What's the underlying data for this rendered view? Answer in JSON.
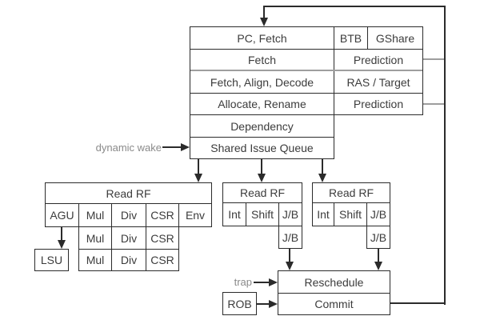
{
  "colors": {
    "line": "#2b2b2b",
    "gray_line": "#9e9e9e",
    "text": "#3c3c3c",
    "muted_text": "#8a8a8a",
    "background": "#ffffff"
  },
  "top_block": {
    "pc_fetch": "PC, Fetch",
    "btb": "BTB",
    "gshare": "GShare",
    "fetch": "Fetch",
    "prediction_upper": "Prediction",
    "fetch_align_decode": "Fetch, Align, Decode",
    "ras_target": "RAS / Target",
    "allocate_rename": "Allocate, Rename",
    "prediction_lower": "Prediction",
    "dependency": "Dependency",
    "shared_issue_queue": "Shared Issue Queue"
  },
  "annotations": {
    "dynamic_wake": "dynamic wake",
    "trap": "trap"
  },
  "mem_cluster": {
    "header": "Read RF",
    "row1": [
      "AGU",
      "Mul",
      "Div",
      "CSR",
      "Env"
    ],
    "row2": [
      "Mul",
      "Div",
      "CSR"
    ],
    "row3": [
      "Mul",
      "Div",
      "CSR"
    ],
    "lsu": "LSU"
  },
  "int_cluster_a": {
    "header": "Read RF",
    "row1": [
      "Int",
      "Shift",
      "J/B"
    ],
    "row2": [
      "J/B"
    ]
  },
  "int_cluster_b": {
    "header": "Read RF",
    "row1": [
      "Int",
      "Shift",
      "J/B"
    ],
    "row2": [
      "J/B"
    ]
  },
  "retire_block": {
    "reschedule": "Reschedule",
    "commit": "Commit",
    "rob": "ROB"
  }
}
